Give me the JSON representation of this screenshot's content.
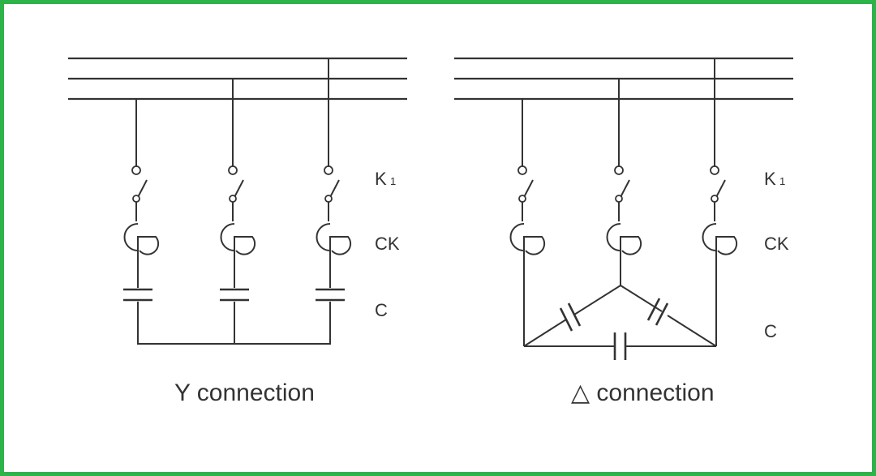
{
  "diagrams": [
    {
      "id": "y",
      "labels": {
        "k": "K",
        "k_sub": "1",
        "ck": "CK",
        "c": "C"
      },
      "caption": "Y connection"
    },
    {
      "id": "delta",
      "labels": {
        "k": "K",
        "k_sub": "1",
        "ck": "CK",
        "c": "C"
      },
      "caption": "△ connection"
    }
  ],
  "colors": {
    "border": "#2db34a",
    "line": "#333333",
    "background": "#ffffff"
  }
}
